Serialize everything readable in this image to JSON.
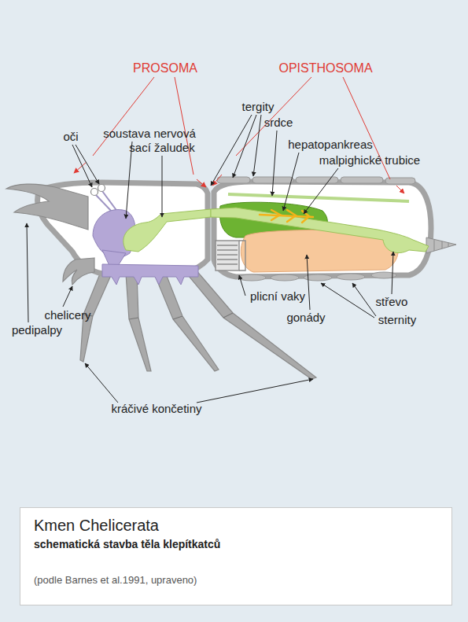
{
  "diagram": {
    "nodes": [
      {
        "text": [
          "Kmen Chelicerata",
          "schematická stavba těla klepítkatců",
          "(podle Barnes et al.1991, upraveno)"
        ]
      }
    ],
    "labels": [
      "PROSOMA",
      "OPISTHOSOMA",
      "tergity",
      "srdce",
      "oči",
      "soustava nervová",
      "sací žaludek",
      "hepatopankreas",
      "malpighické trubice",
      "chelicery",
      "pedipalpy",
      "plicní vaky",
      "střevo",
      "gonády",
      "sternity",
      "kráčivé končetiny"
    ]
  }
}
